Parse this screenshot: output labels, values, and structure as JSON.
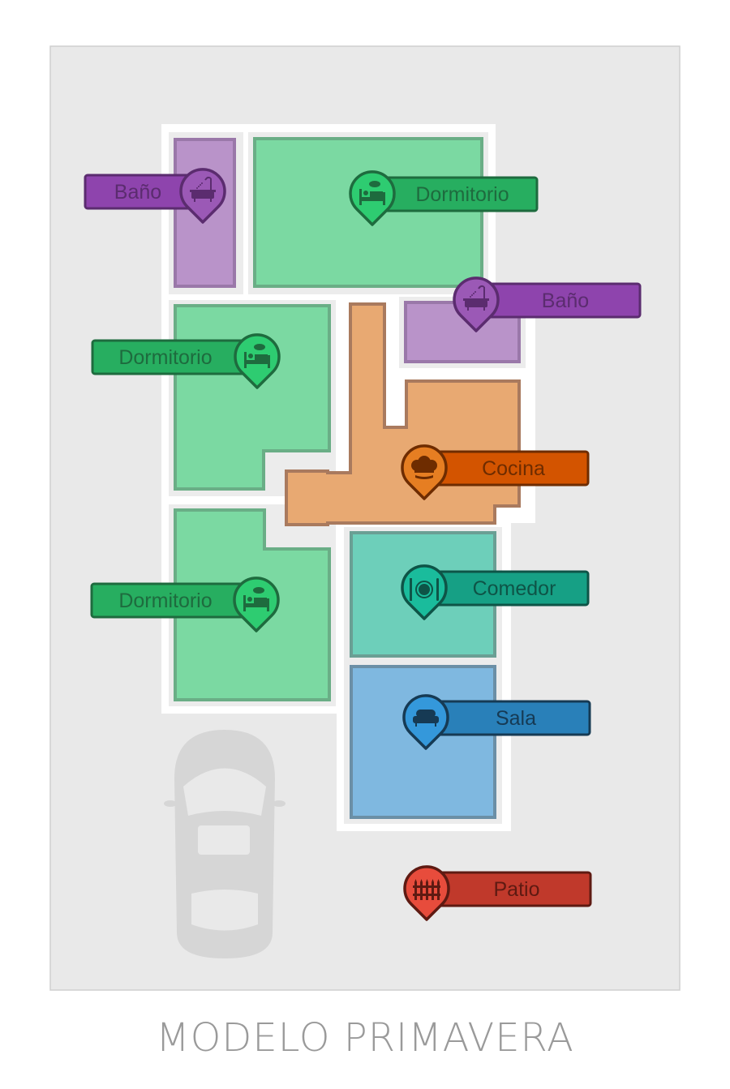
{
  "title": "MODELO PRIMAVERA",
  "colors": {
    "panel": "#e9e9e9",
    "wall": "#ffffff",
    "car": "#d6d6d6"
  },
  "rooms": [
    {
      "id": "bano-1",
      "label": "Baño",
      "icon": "bathtub-icon",
      "fill": "#b993c9",
      "stroke": "#9a78a9",
      "bar": "#8e44ad",
      "pin": "#9b59b6",
      "dark": "#5b2c6f"
    },
    {
      "id": "dormitorio-1",
      "label": "Dormitorio",
      "icon": "bed-icon",
      "fill": "#7bd9a2",
      "stroke": "#6aae86",
      "bar": "#27ae60",
      "pin": "#2ecc71",
      "dark": "#1e6b3e"
    },
    {
      "id": "bano-2",
      "label": "Baño",
      "icon": "bathtub-icon",
      "fill": "#b993c9",
      "stroke": "#9a78a9",
      "bar": "#8e44ad",
      "pin": "#9b59b6",
      "dark": "#5b2c6f"
    },
    {
      "id": "dormitorio-2",
      "label": "Dormitorio",
      "icon": "bed-icon",
      "fill": "#7bd9a2",
      "stroke": "#6aae86",
      "bar": "#27ae60",
      "pin": "#2ecc71",
      "dark": "#1e6b3e"
    },
    {
      "id": "cocina",
      "label": "Cocina",
      "icon": "chef-hat-icon",
      "fill": "#e8a972",
      "stroke": "#a97a5e",
      "bar": "#d35400",
      "pin": "#e67e22",
      "dark": "#6e2c00"
    },
    {
      "id": "dormitorio-3",
      "label": "Dormitorio",
      "icon": "bed-icon",
      "fill": "#7bd9a2",
      "stroke": "#6aae86",
      "bar": "#27ae60",
      "pin": "#2ecc71",
      "dark": "#1e6b3e"
    },
    {
      "id": "comedor",
      "label": "Comedor",
      "icon": "plate-cutlery-icon",
      "fill": "#6dcfba",
      "stroke": "#6a9f94",
      "bar": "#16a085",
      "pin": "#1abc9c",
      "dark": "#0e5447"
    },
    {
      "id": "sala",
      "label": "Sala",
      "icon": "sofa-icon",
      "fill": "#7fb8e0",
      "stroke": "#6b8fa6",
      "bar": "#2980b9",
      "pin": "#3498db",
      "dark": "#163a54"
    },
    {
      "id": "patio",
      "label": "Patio",
      "icon": "fence-icon",
      "fill": "",
      "stroke": "",
      "bar": "#c0392b",
      "pin": "#e74c3c",
      "dark": "#5e1a12"
    }
  ]
}
